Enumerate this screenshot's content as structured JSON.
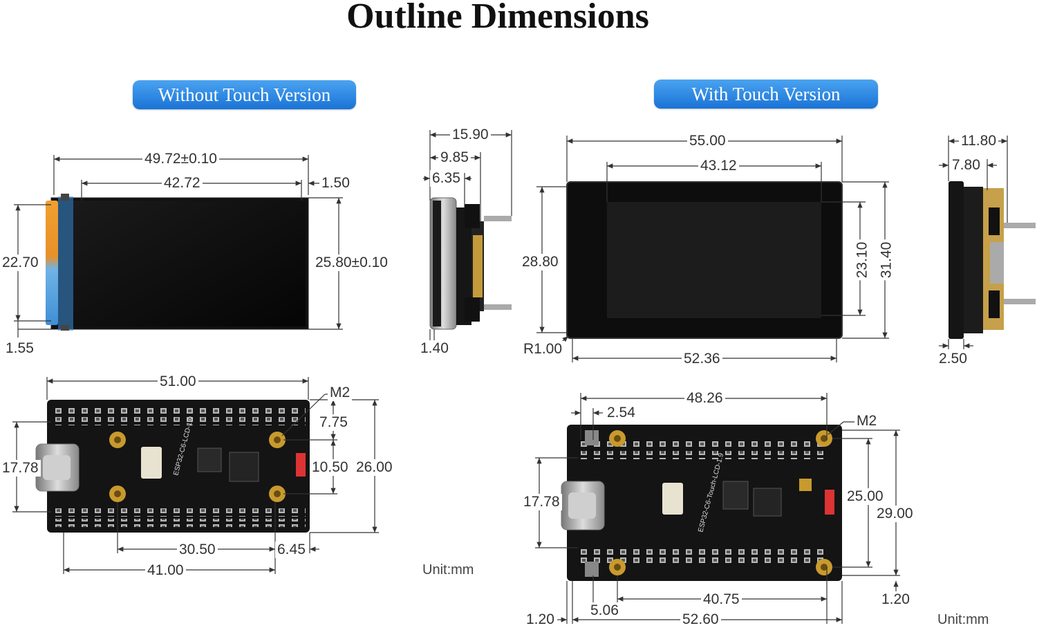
{
  "title": "Outline Dimensions",
  "versions": {
    "without_touch": "Without Touch Version",
    "with_touch": "With Touch Version"
  },
  "unit_label": "Unit:mm",
  "dims": {
    "nt_total_width": "49.72±0.10",
    "nt_screen_width": "42.72",
    "nt_offset_right": "1.50",
    "nt_height_left": "22.70",
    "nt_height_right": "25.80±0.10",
    "nt_offset_bottom": "1.55",
    "side_total": "15.90",
    "side_mid": "9.85",
    "side_front": "6.35",
    "side_bottom": "1.40",
    "t_total_width": "55.00",
    "t_screen_width": "43.12",
    "t_height_left": "28.80",
    "t_screen_height": "23.10",
    "t_height_right": "31.40",
    "t_radius": "R1.00",
    "t_bottom_width": "52.36",
    "t_side_top": "11.80",
    "t_side_front": "7.80",
    "t_side_bottom": "2.50",
    "pcb1_width": "51.00",
    "pcb1_hole": "M2",
    "pcb1_hole_top": "7.75",
    "pcb1_hole_spacing": "10.50",
    "pcb1_height": "26.00",
    "pcb1_usb": "17.78",
    "pcb1_hole_x": "30.50",
    "pcb1_right": "6.45",
    "pcb1_pin_span": "41.00",
    "pcb2_pin_span_top": "48.26",
    "pcb2_pitch": "2.54",
    "pcb2_hole": "M2",
    "pcb2_usb": "17.78",
    "pcb2_hole_spacing": "25.00",
    "pcb2_height": "29.00",
    "pcb2_offset_right": "1.20",
    "pcb2_pin_span_bottom": "40.75",
    "pcb2_offset_x": "5.06",
    "pcb2_offset_left": "1.20",
    "pcb2_width": "52.60"
  },
  "board_labels": {
    "board1": "ESP32-C6-LCD-1.9",
    "board2": "ESP32-C6-Touch-LCD-1.9"
  }
}
